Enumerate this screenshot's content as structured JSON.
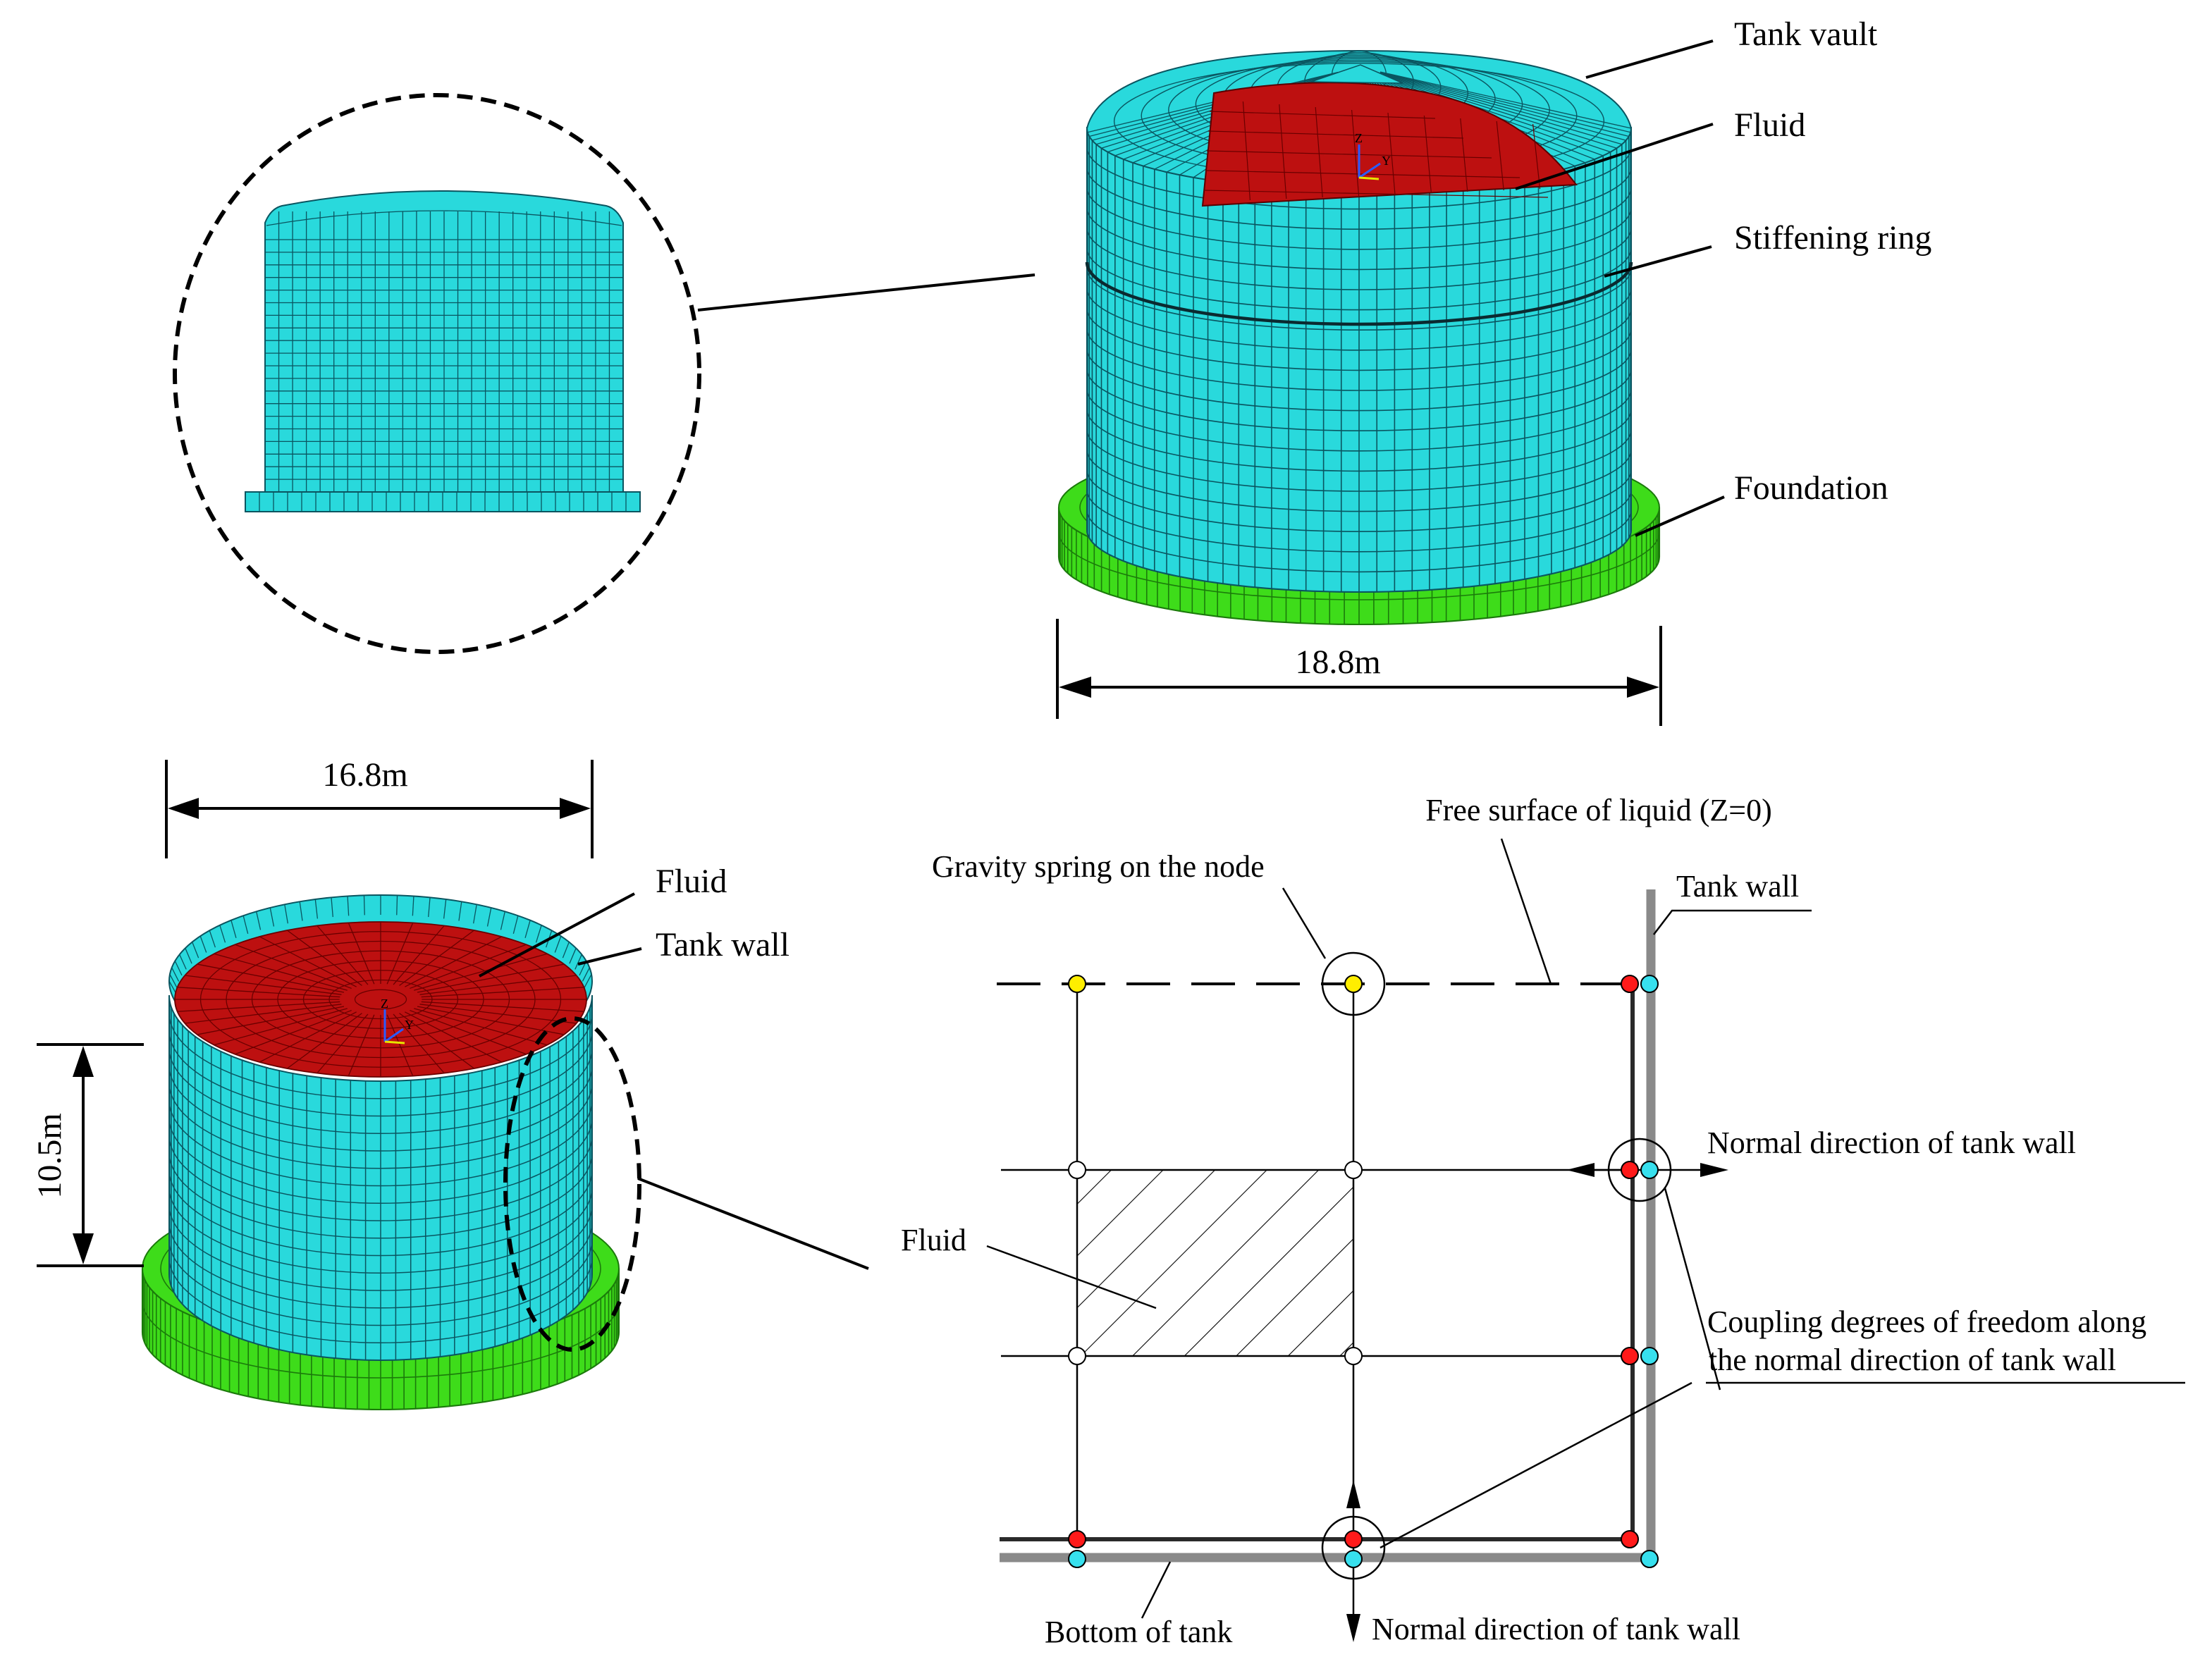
{
  "labels": {
    "tank_vault": "Tank vault",
    "fluid_top": "Fluid",
    "stiffening_ring": "Stiffening ring",
    "foundation": "Foundation",
    "dim_diameter_outer": "18.8m",
    "dim_diameter_inner": "16.8m",
    "dim_height": "10.5m",
    "fluid_mid": "Fluid",
    "tank_wall_mid": "Tank wall",
    "free_surface": "Free surface of liquid (Z=0)",
    "gravity_spring": "Gravity spring on the node",
    "tank_wall_right": "Tank wall",
    "normal_dir_right": "Normal direction of tank wall",
    "fluid_schematic": "Fluid",
    "coupling_line1": "Coupling degrees of freedom along",
    "coupling_line2": "the normal direction of tank wall",
    "bottom_of_tank": "Bottom of tank",
    "normal_dir_bottom": "Normal direction of tank wall",
    "axis_z": "Z",
    "axis_y": "Y"
  },
  "colors": {
    "shell": "#29d9dc",
    "mesh": "#0a5560",
    "fluid": "#bd1010",
    "foundation": "#3edc1a",
    "node_red": "#ff1a1a",
    "node_cyan": "#37e0ee",
    "node_yellow": "#ffee00",
    "wall_gray": "#8a8a8a"
  }
}
